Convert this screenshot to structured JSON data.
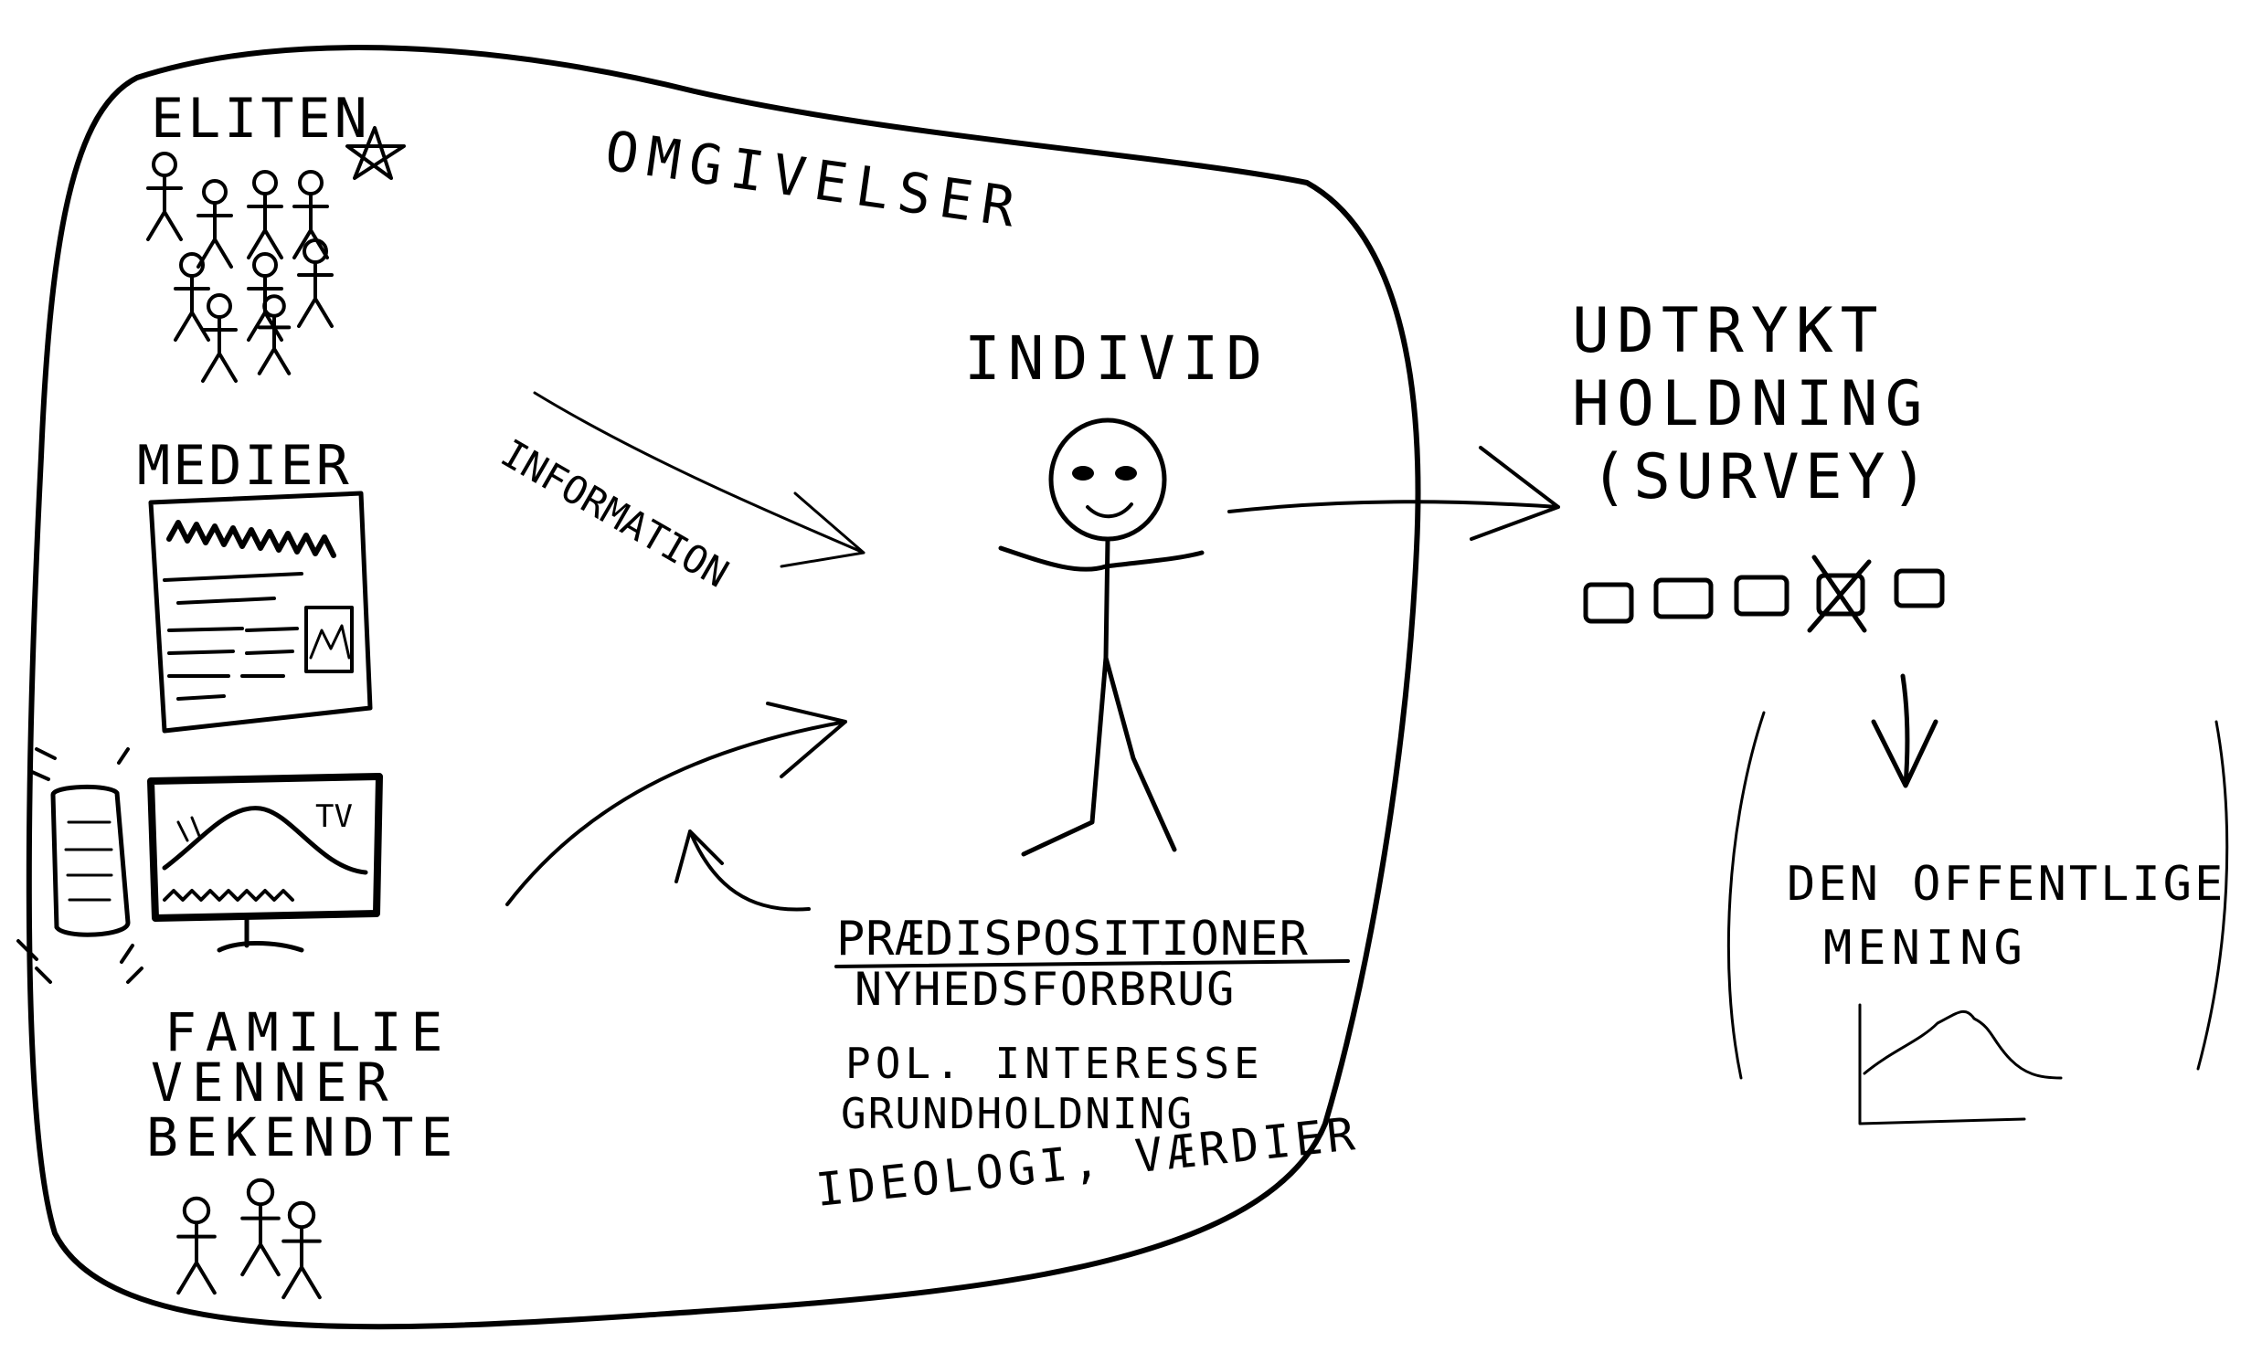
{
  "colors": {
    "ink": "#000000",
    "paper": "#ffffff"
  },
  "labels": {
    "surroundings": "OMGIVELSER",
    "elite": "ELITEN",
    "media": "MEDIER",
    "tv": "TV",
    "family": [
      "FAMILIE",
      "VENNER",
      "BEKENDTE"
    ],
    "information": "INFORMATION",
    "individual": "INDIVID",
    "predispositions_title": "PRÆDISPOSITIONER",
    "predispositions": [
      "NYHEDSFORBRUG",
      "POL. INTERESSE",
      "GRUNDHOLDNING",
      "IDEOLOGI, VÆRDIER"
    ],
    "expressed_attitude": [
      "UDTRYKT",
      "HOLDNING",
      "(SURVEY)"
    ],
    "public_opinion": [
      "DEN OFFENTLIGE",
      "MENING"
    ]
  },
  "icons": [
    "star-icon",
    "stick-figure-icon",
    "newspaper-icon",
    "phone-icon",
    "tv-icon",
    "checkbox-icon",
    "crossed-checkbox-icon",
    "mountain-chart-icon"
  ]
}
